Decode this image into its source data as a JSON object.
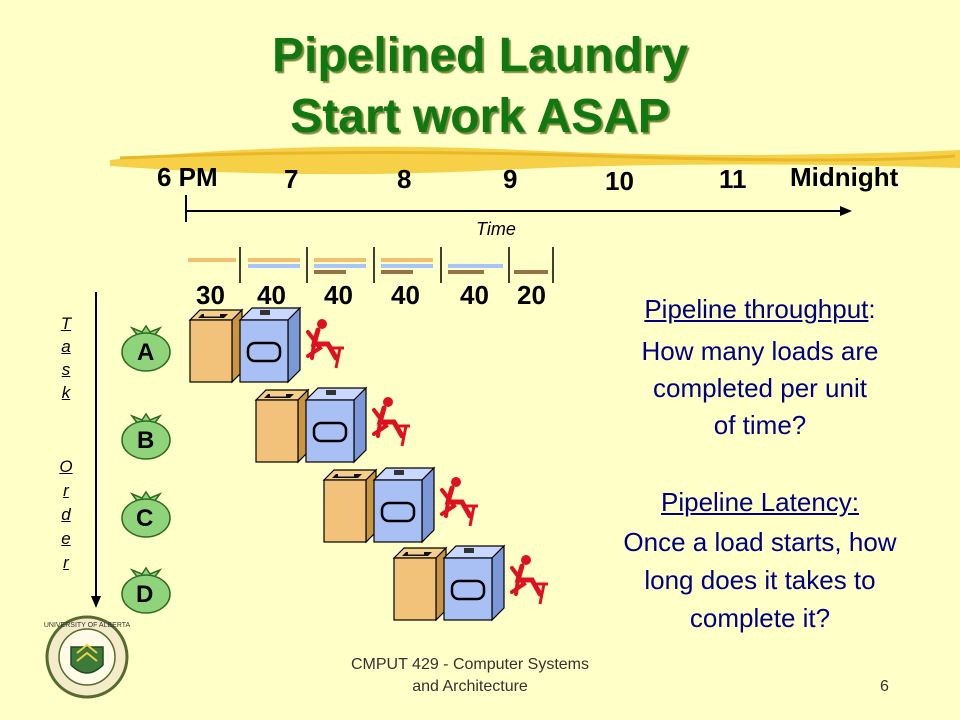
{
  "slide": {
    "title_line1": "Pipelined Laundry",
    "title_line2": "Start work ASAP",
    "time_ticks": [
      "6 PM",
      "7",
      "8",
      "9",
      "10",
      "11",
      "Midnight"
    ],
    "time_axis_label": "Time",
    "stage_durations": [
      "30",
      "40",
      "40",
      "40",
      "40",
      "20"
    ],
    "task_order_label": [
      "T",
      "a",
      "s",
      "k",
      "",
      "O",
      "r",
      "d",
      "e",
      "r"
    ],
    "tasks": [
      "A",
      "B",
      "C",
      "D"
    ],
    "throughput_heading": "Pipeline throughput",
    "throughput_colon": ":",
    "throughput_text": [
      "How many loads are",
      "completed per unit",
      "of time?"
    ],
    "latency_heading": "Pipeline Latency:",
    "latency_text": [
      "Once a load starts, how",
      "long does it takes to",
      "complete it?"
    ],
    "footer_line1": "CMPUT 429 - Computer Systems",
    "footer_line2": "and Architecture",
    "page_number": "6",
    "colors": {
      "title": "#117711",
      "body_text": "#000080",
      "background": "#ffffc8",
      "person": "#dd1122"
    }
  }
}
